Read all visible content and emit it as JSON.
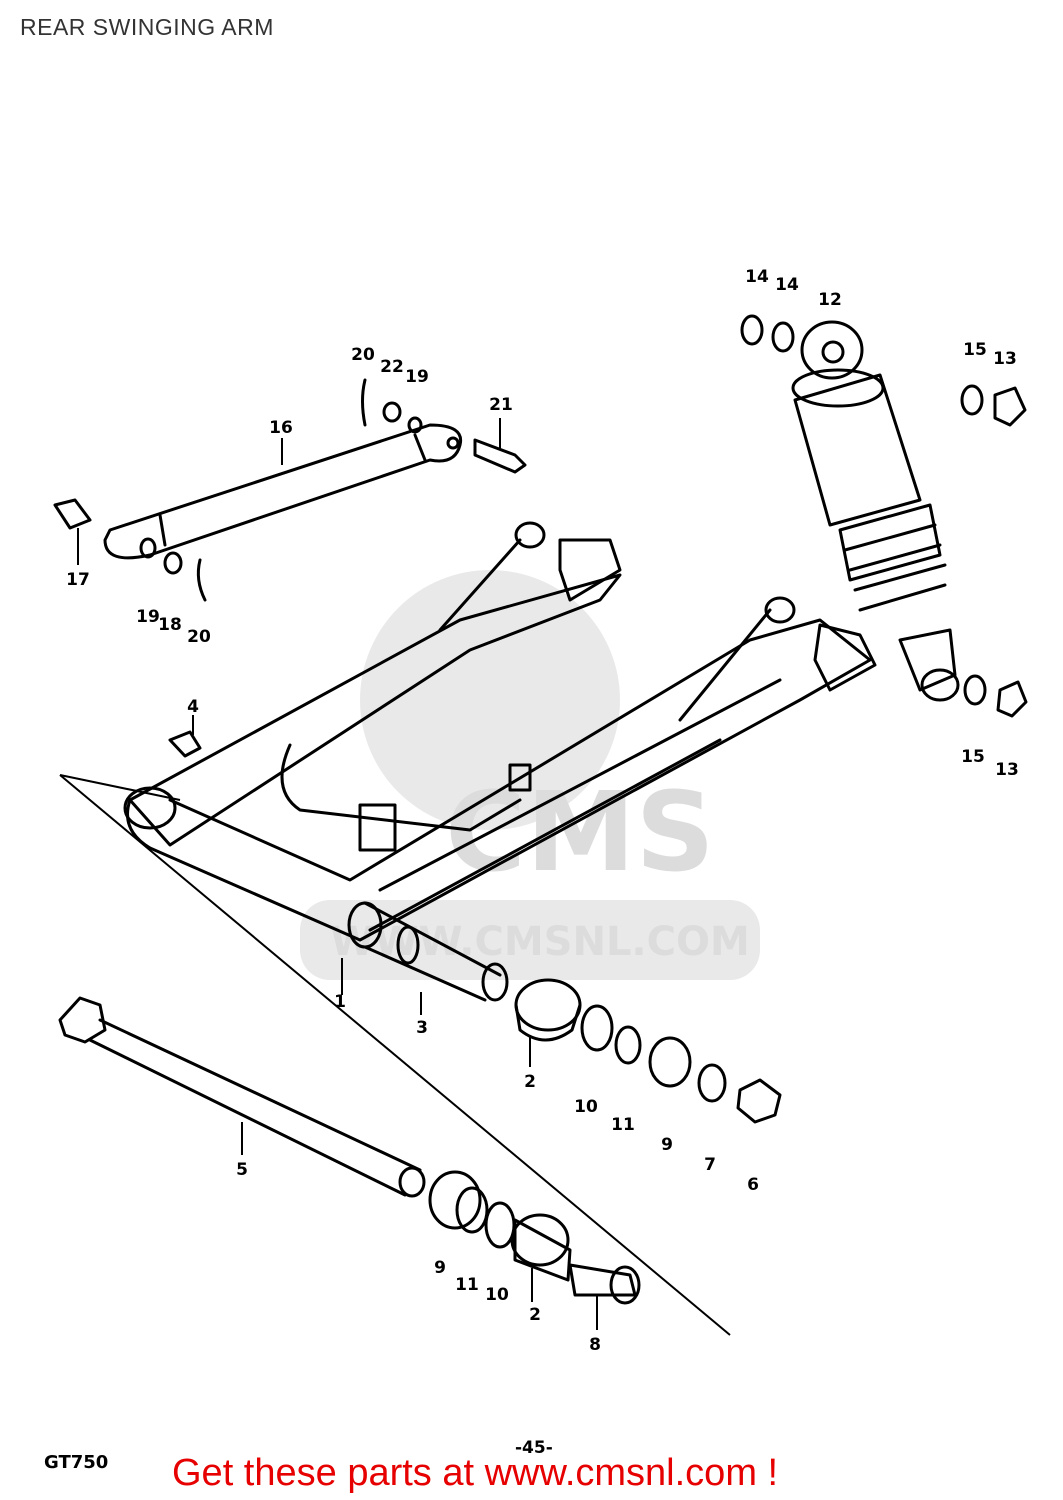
{
  "title": "REAR SWINGING ARM",
  "watermark": {
    "text": "WWW.CMSNL.COM",
    "logo_text": "CMS"
  },
  "page_number": "-45-",
  "model_code": "GT750",
  "footer_link": "Get these parts at www.cmsnl.com !",
  "callouts": [
    {
      "id": "c1",
      "text": "1"
    },
    {
      "id": "c2a",
      "text": "2"
    },
    {
      "id": "c2b",
      "text": "2"
    },
    {
      "id": "c3",
      "text": "3"
    },
    {
      "id": "c4",
      "text": "4"
    },
    {
      "id": "c5",
      "text": "5"
    },
    {
      "id": "c6",
      "text": "6"
    },
    {
      "id": "c7",
      "text": "7"
    },
    {
      "id": "c8",
      "text": "8"
    },
    {
      "id": "c9a",
      "text": "9"
    },
    {
      "id": "c9b",
      "text": "9"
    },
    {
      "id": "c10a",
      "text": "10"
    },
    {
      "id": "c10b",
      "text": "10"
    },
    {
      "id": "c11a",
      "text": "11"
    },
    {
      "id": "c11b",
      "text": "11"
    },
    {
      "id": "c12",
      "text": "12"
    },
    {
      "id": "c13a",
      "text": "13"
    },
    {
      "id": "c13b",
      "text": "13"
    },
    {
      "id": "c14a",
      "text": "14"
    },
    {
      "id": "c14b",
      "text": "14"
    },
    {
      "id": "c15a",
      "text": "15"
    },
    {
      "id": "c15b",
      "text": "15"
    },
    {
      "id": "c16",
      "text": "16"
    },
    {
      "id": "c17",
      "text": "17"
    },
    {
      "id": "c18",
      "text": "18"
    },
    {
      "id": "c19a",
      "text": "19"
    },
    {
      "id": "c19b",
      "text": "19"
    },
    {
      "id": "c20a",
      "text": "20"
    },
    {
      "id": "c20b",
      "text": "20"
    },
    {
      "id": "c21",
      "text": "21"
    },
    {
      "id": "c22",
      "text": "22"
    }
  ]
}
